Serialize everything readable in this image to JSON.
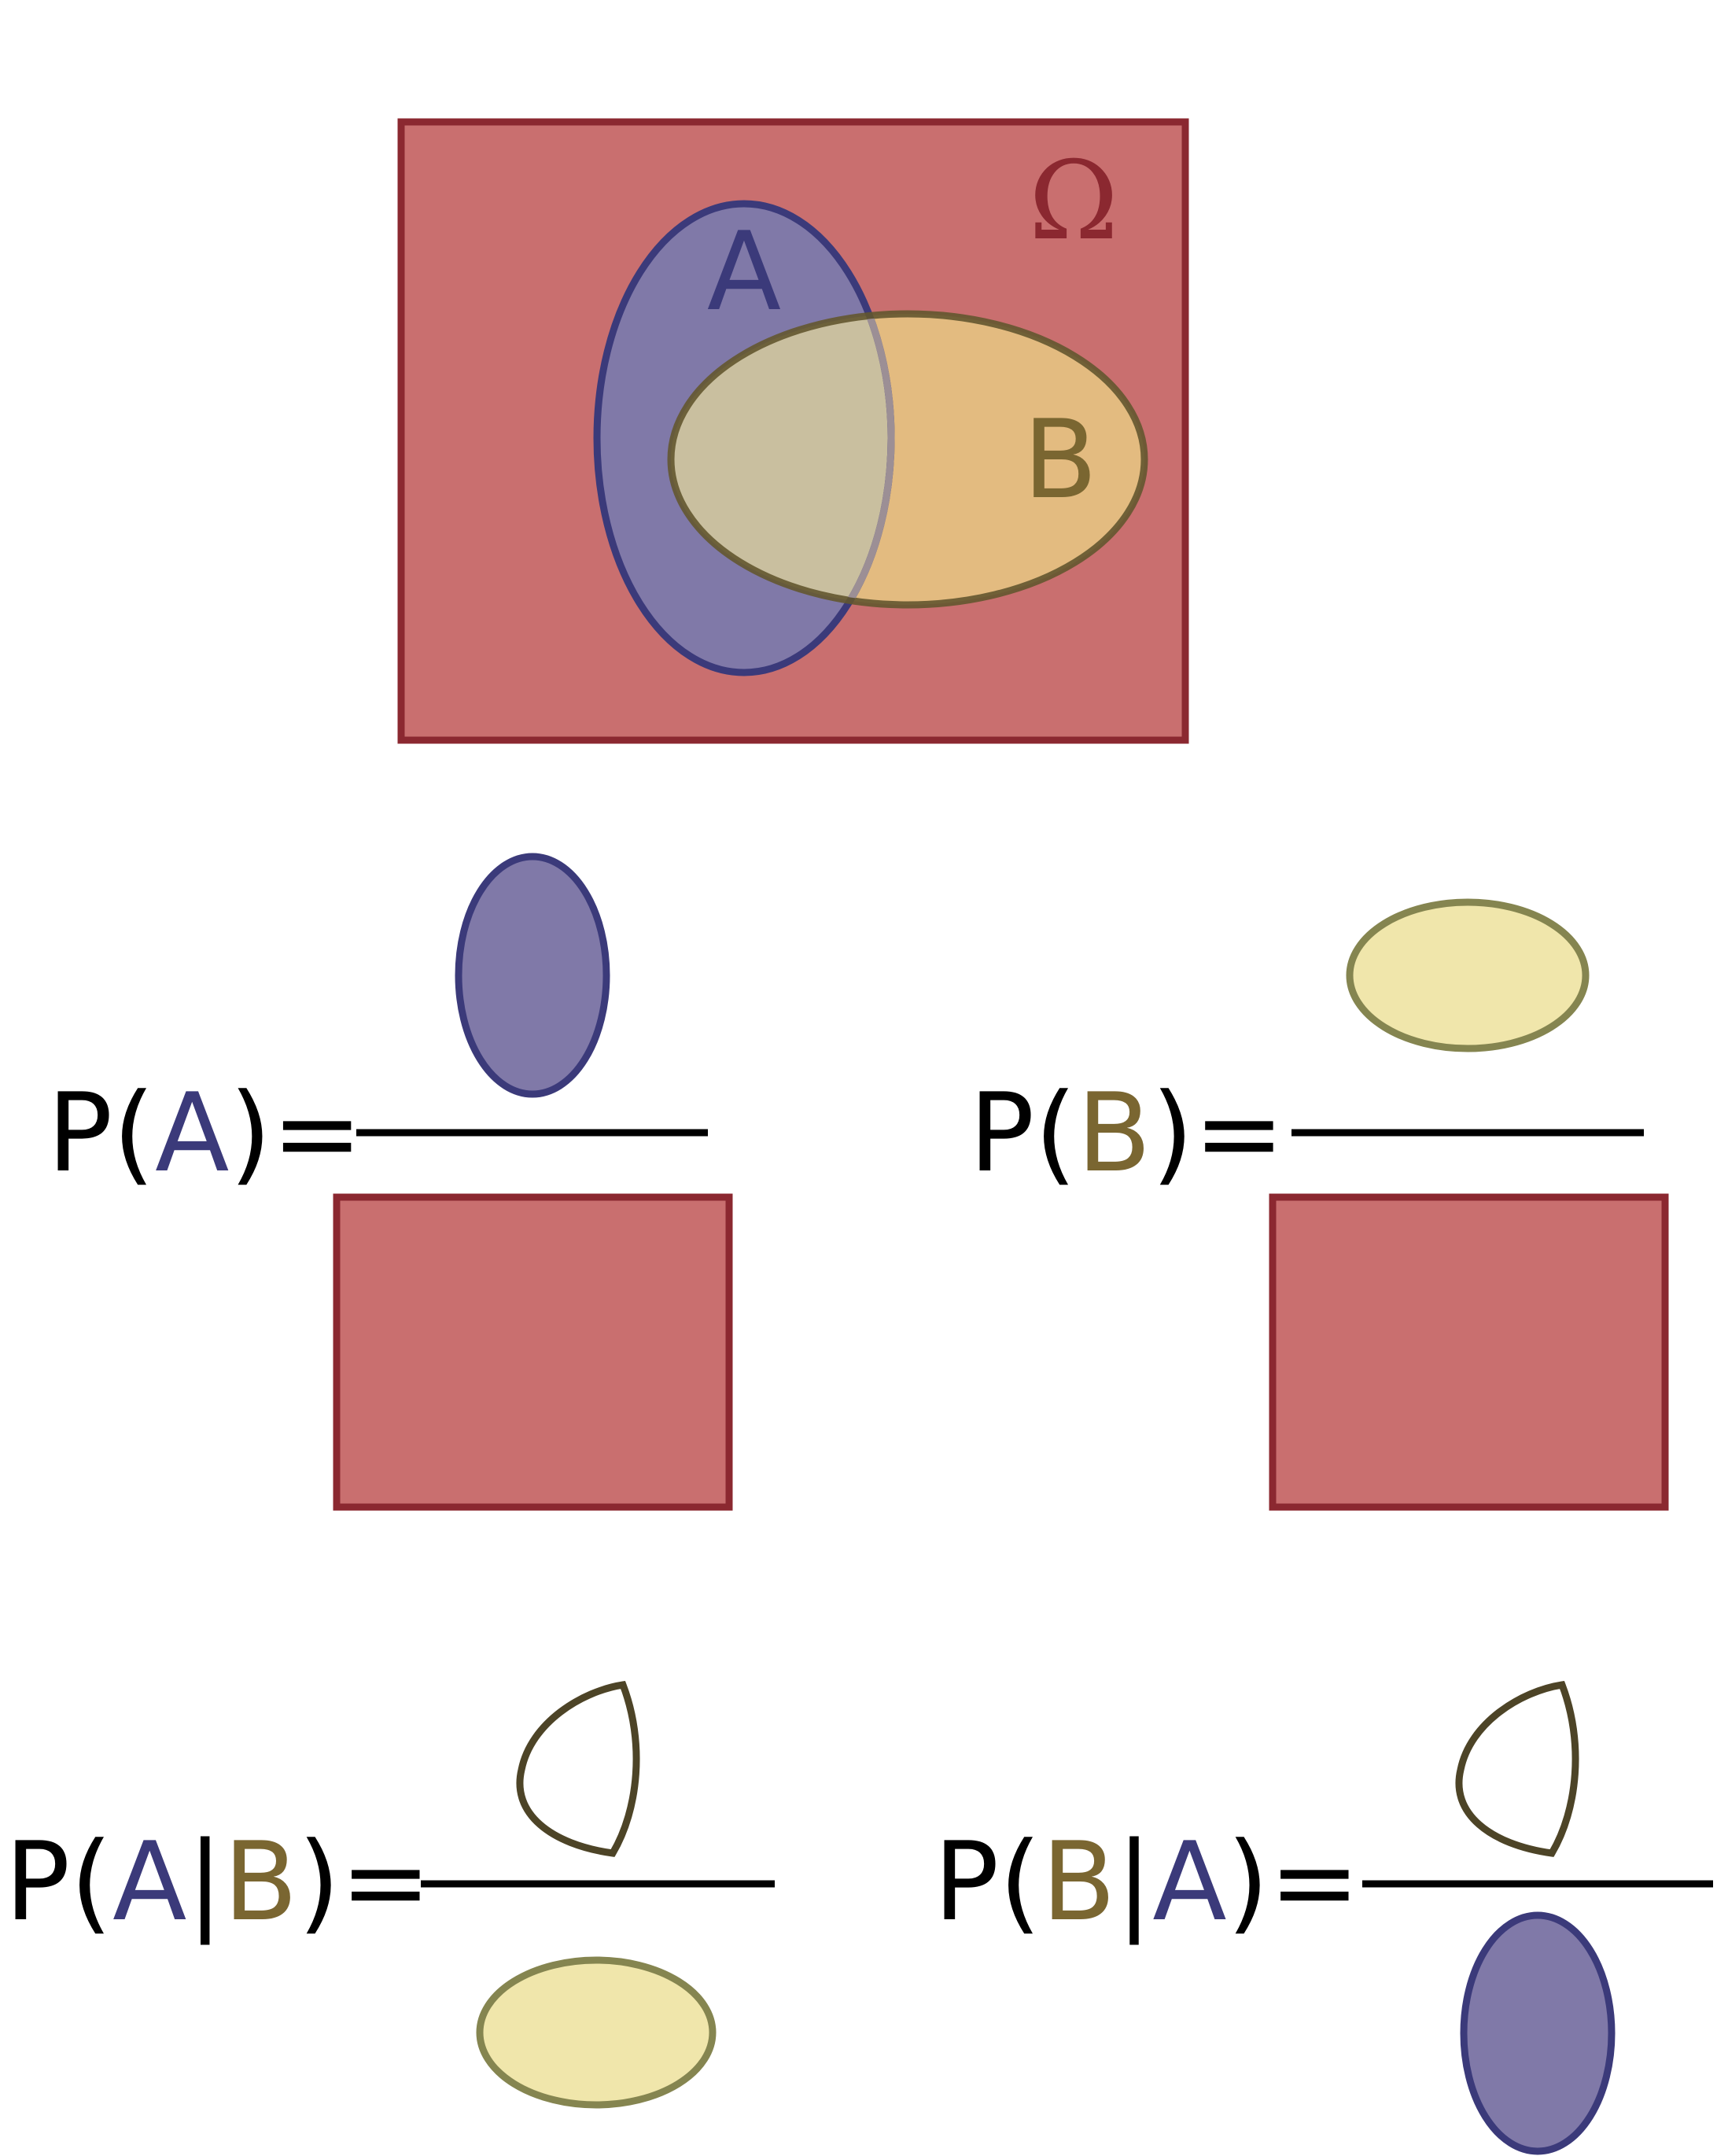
{
  "colors": {
    "omega_fill": "#c96f6f",
    "omega_stroke": "#8b2830",
    "a_fill": "#8079a8",
    "a_stroke": "#3b3a7a",
    "b_fill_venn": "#e3bb80",
    "b_stroke_venn": "#63572f",
    "b_fill": "#f0e6ab",
    "b_stroke": "#858550",
    "overlap_fill": "#c9bf9f",
    "lens_stroke": "#4d4427",
    "b_text": "#7a6631",
    "text": "#000000"
  },
  "venn": {
    "omega_label": "Ω",
    "a_label": "A",
    "b_label": "B"
  },
  "formulas": {
    "pa": {
      "p": "P(",
      "arg": "A",
      "close": ")=",
      "eq": "="
    },
    "pb": {
      "p": "P(",
      "arg": "B",
      "close": ")=",
      "eq": "="
    },
    "pab": {
      "p": "P(",
      "a": "A",
      "bar": "|",
      "b": "B",
      "close": ")="
    },
    "pba": {
      "p": "P(",
      "b": "B",
      "bar": "|",
      "a": "A",
      "close": ")="
    }
  }
}
